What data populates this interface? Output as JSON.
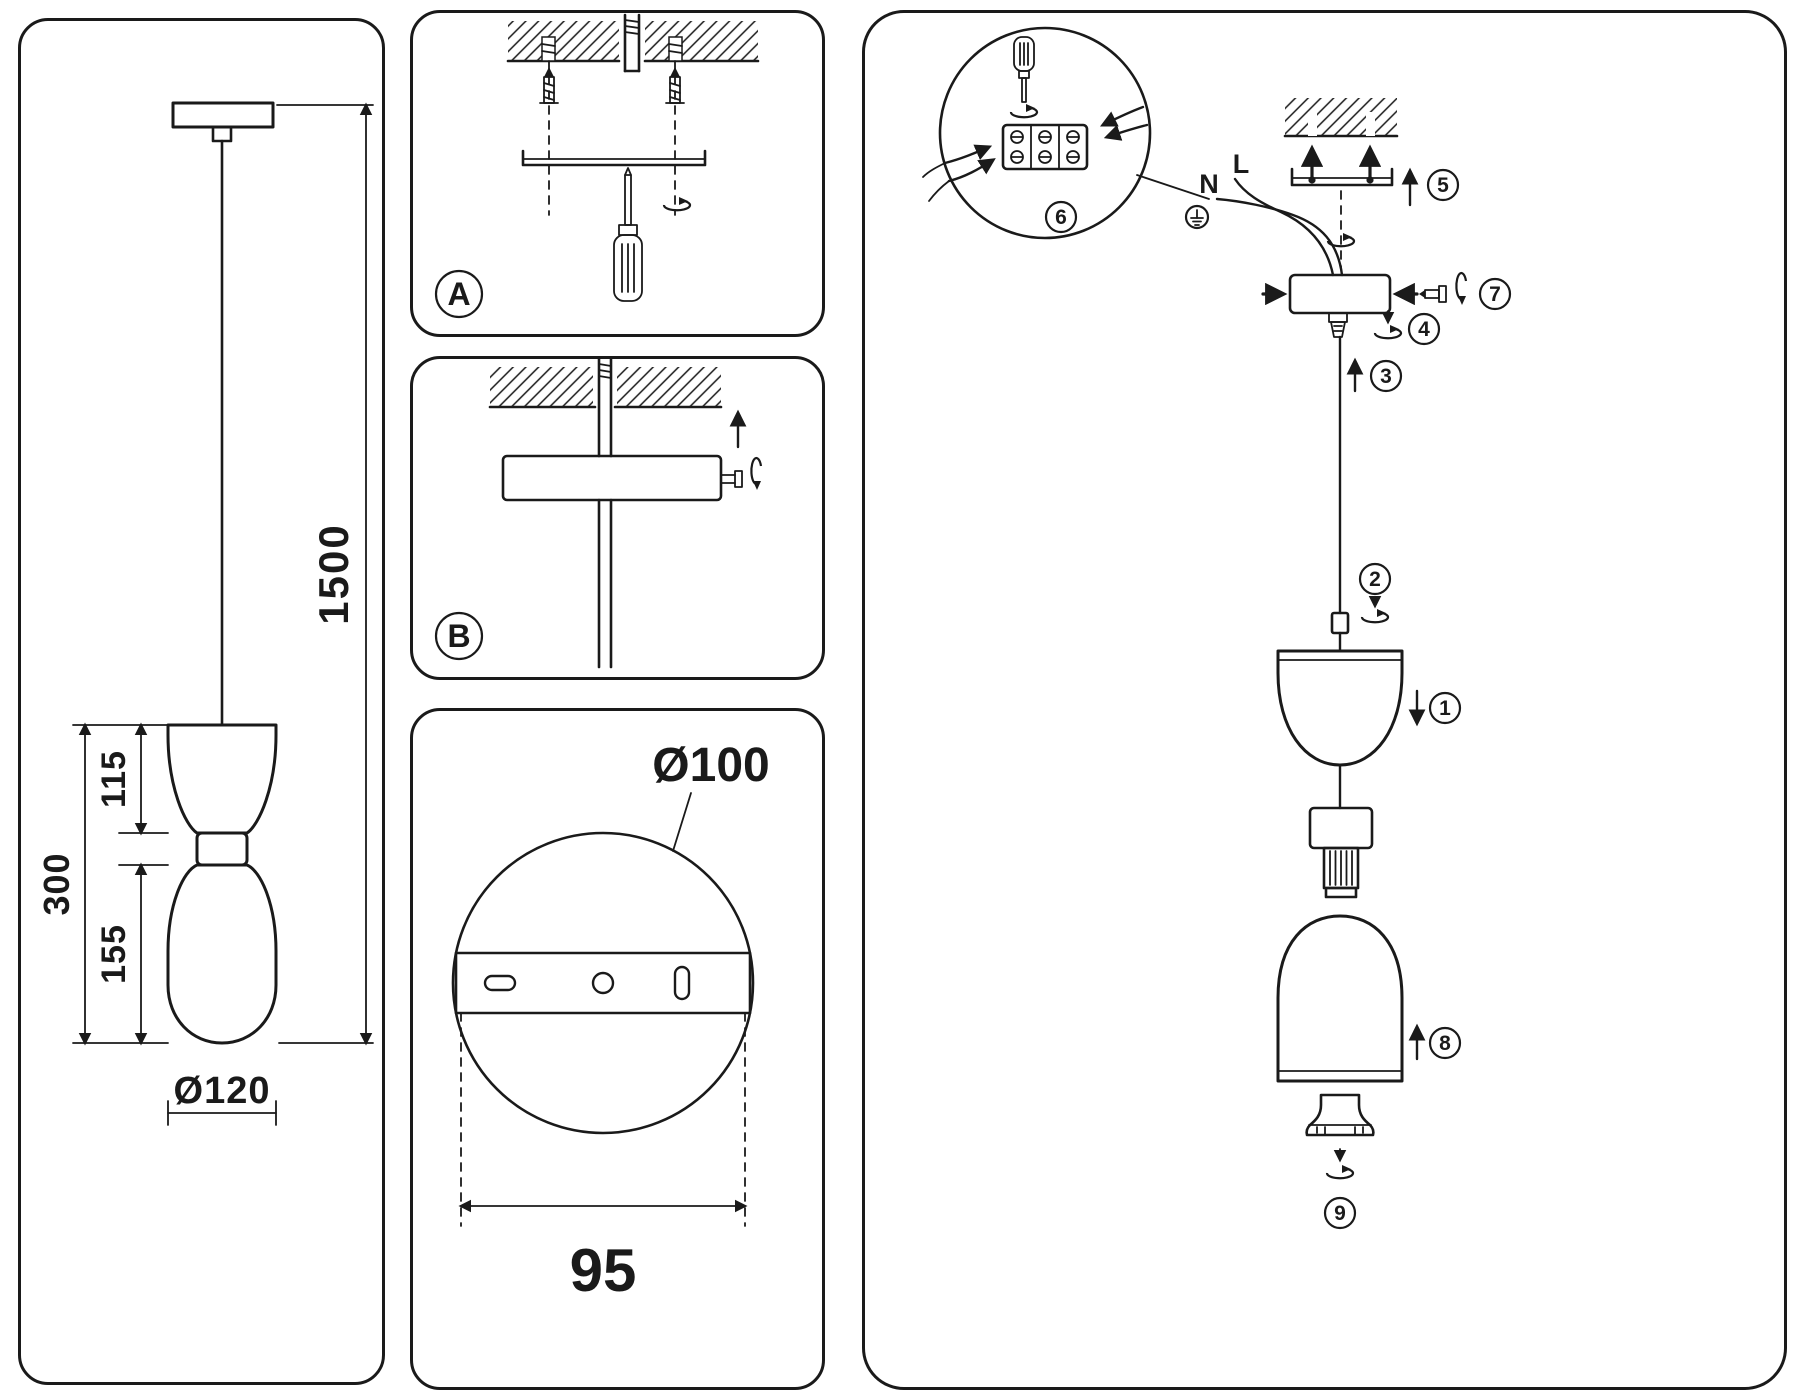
{
  "colors": {
    "line": "#1a1a1a",
    "background": "#ffffff"
  },
  "dimension_panel": {
    "overall_drop": "1500",
    "fixture_height": "300",
    "upper_shade_height": "115",
    "lower_shade_height": "155",
    "shade_diameter": "Ø120"
  },
  "detail_a": {
    "label": "A"
  },
  "detail_b": {
    "label": "B"
  },
  "canopy_view": {
    "canopy_diameter": "Ø100",
    "mount_width": "95"
  },
  "assembly": {
    "steps": [
      "1",
      "2",
      "3",
      "4",
      "5",
      "6",
      "7",
      "8",
      "9"
    ],
    "wires": {
      "live": "L",
      "neutral": "N"
    },
    "icons": [
      "screwdriver-icon",
      "rotate-arrow-icon",
      "ground-icon",
      "screw-anchor-icon",
      "set-screw-icon",
      "direction-arrow-icon",
      "ceiling-hatch"
    ]
  }
}
